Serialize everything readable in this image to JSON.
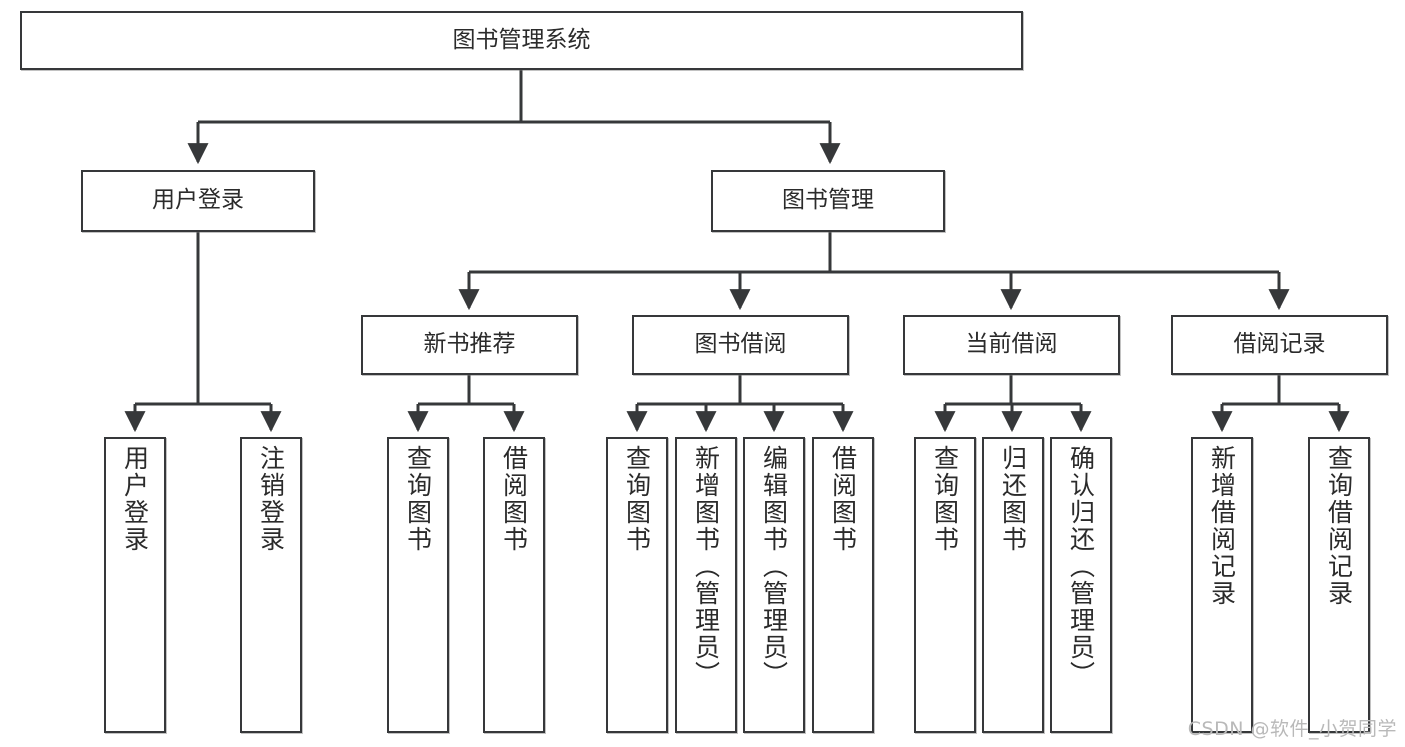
{
  "diagram": {
    "title": "图书管理系统",
    "type": "tree",
    "watermark": "CSDN @软件_小贺同学",
    "colors": {
      "stroke": "#36383a",
      "text": "#2b2b2b",
      "background": "#ffffff",
      "watermark": "#b9b9b9"
    },
    "nodes": {
      "root": {
        "label": "图书管理系统"
      },
      "level2": [
        {
          "id": "user-login",
          "label": "用户登录"
        },
        {
          "id": "book-manage",
          "label": "图书管理"
        }
      ],
      "level3": [
        {
          "id": "new-book-recommend",
          "label": "新书推荐"
        },
        {
          "id": "book-borrow",
          "label": "图书借阅"
        },
        {
          "id": "current-borrow",
          "label": "当前借阅"
        },
        {
          "id": "borrow-record",
          "label": "借阅记录"
        }
      ],
      "leaves": {
        "user_login": [
          {
            "id": "leaf-user-login",
            "label": "用户登录"
          },
          {
            "id": "leaf-user-logout",
            "label": "注销登录"
          }
        ],
        "new_book_recommend": [
          {
            "id": "leaf-query-book-1",
            "label": "查询图书"
          },
          {
            "id": "leaf-borrow-book-1",
            "label": "借阅图书"
          }
        ],
        "book_borrow": [
          {
            "id": "leaf-query-book-2",
            "label": "查询图书"
          },
          {
            "id": "leaf-add-book",
            "label": "新增图书（管理员）"
          },
          {
            "id": "leaf-edit-book",
            "label": "编辑图书（管理员）"
          },
          {
            "id": "leaf-borrow-book-2",
            "label": "借阅图书"
          }
        ],
        "current_borrow": [
          {
            "id": "leaf-query-book-3",
            "label": "查询图书"
          },
          {
            "id": "leaf-return-book",
            "label": "归还图书"
          },
          {
            "id": "leaf-confirm-return",
            "label": "确认归还（管理员）"
          }
        ],
        "borrow_record": [
          {
            "id": "leaf-add-record",
            "label": "新增借阅记录"
          },
          {
            "id": "leaf-query-record",
            "label": "查询借阅记录"
          }
        ]
      }
    }
  }
}
